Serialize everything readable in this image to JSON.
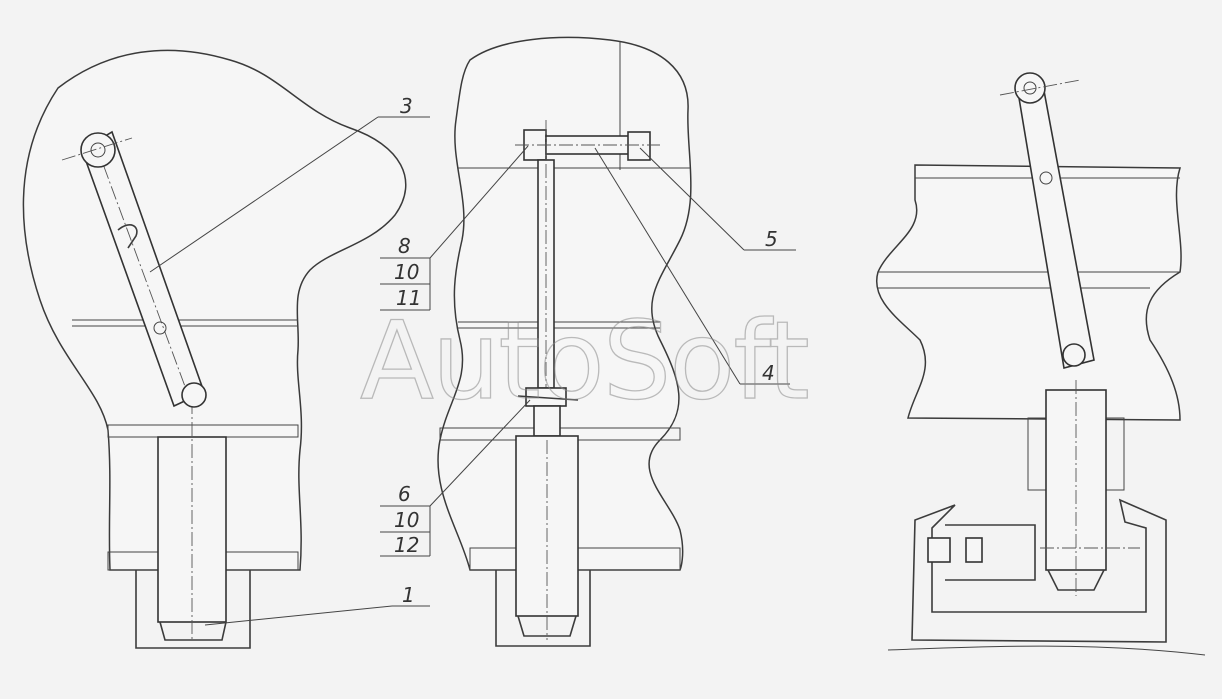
{
  "watermark": "AutoSoft",
  "callouts": {
    "c1": "1",
    "c3": "3",
    "c4": "4",
    "c5": "5",
    "stack_top": [
      "8",
      "10",
      "11"
    ],
    "stack_bottom": [
      "6",
      "10",
      "12"
    ]
  }
}
